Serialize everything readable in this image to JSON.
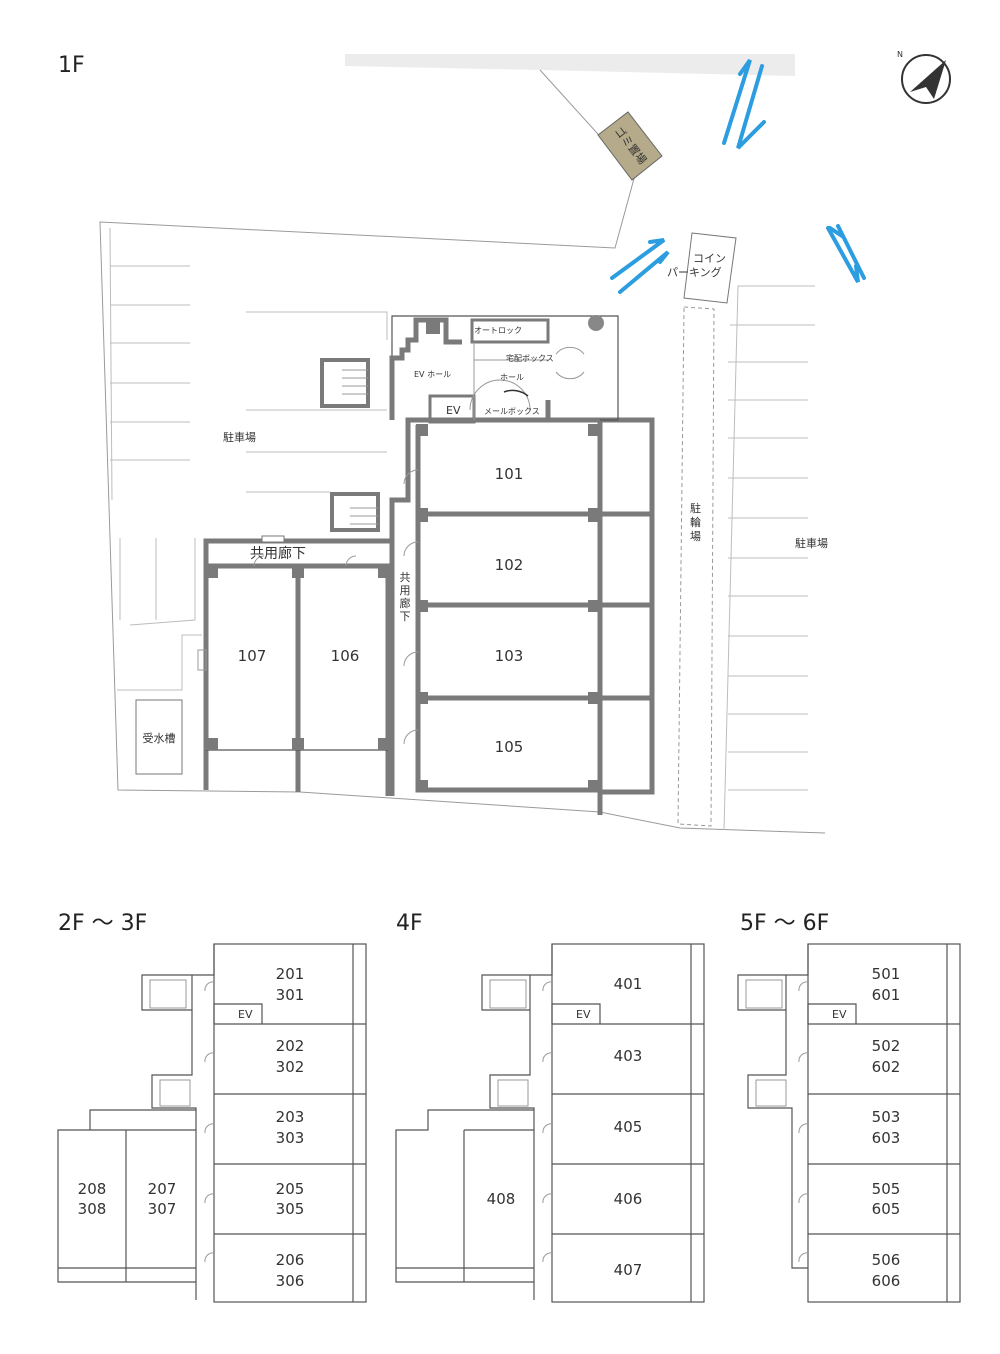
{
  "floors": {
    "f1": "1F",
    "f2": "2F ～ 3F",
    "f4": "4F",
    "f5": "5F ～ 6F"
  },
  "site": {
    "garbage": "ゴミ置場",
    "coin_parking_1": "コイン",
    "coin_parking_2": "パーキング",
    "parking_left": "駐車場",
    "parking_right": "駐車場",
    "bicycle": [
      "駐",
      "輪",
      "場"
    ],
    "water_tank": "受水槽",
    "corridor_h": "共用廊下",
    "corridor_v": [
      "共",
      "用",
      "廊",
      "下"
    ],
    "autolock": "オートロック",
    "ev_hall": "EV ホール",
    "delivery_box": "宅配ボックス",
    "hall": "ホール",
    "mailbox": "メールボックス",
    "ev": "EV",
    "north": "N"
  },
  "units_1f": [
    "101",
    "102",
    "103",
    "105",
    "107",
    "106"
  ],
  "units_2f": {
    "right": [
      [
        "201",
        "301"
      ],
      [
        "202",
        "302"
      ],
      [
        "203",
        "303"
      ],
      [
        "205",
        "305"
      ],
      [
        "206",
        "306"
      ]
    ],
    "left": [
      [
        "208",
        "308"
      ],
      [
        "207",
        "307"
      ]
    ],
    "ev": "EV"
  },
  "units_4f": {
    "right": [
      "401",
      "403",
      "405",
      "406",
      "407"
    ],
    "left": "408",
    "ev": "EV"
  },
  "units_5f": {
    "right": [
      [
        "501",
        "601"
      ],
      [
        "502",
        "602"
      ],
      [
        "503",
        "603"
      ],
      [
        "505",
        "605"
      ],
      [
        "506",
        "606"
      ]
    ],
    "ev": "EV"
  },
  "colors": {
    "wall": "#7a7a7a",
    "garbage_fill": "#b5aa8a",
    "arrow": "#2b9de0",
    "road": "#ececec"
  }
}
